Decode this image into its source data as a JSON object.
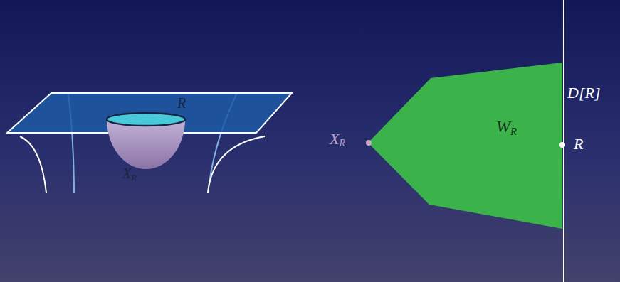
{
  "diagram": {
    "nodes": [
      {
        "text": [
          "R"
        ]
      },
      {
        "text": [
          "XR"
        ]
      },
      {
        "text": [
          "WR"
        ]
      }
    ],
    "labels": [
      "XR",
      "D[R]",
      "R"
    ]
  }
}
